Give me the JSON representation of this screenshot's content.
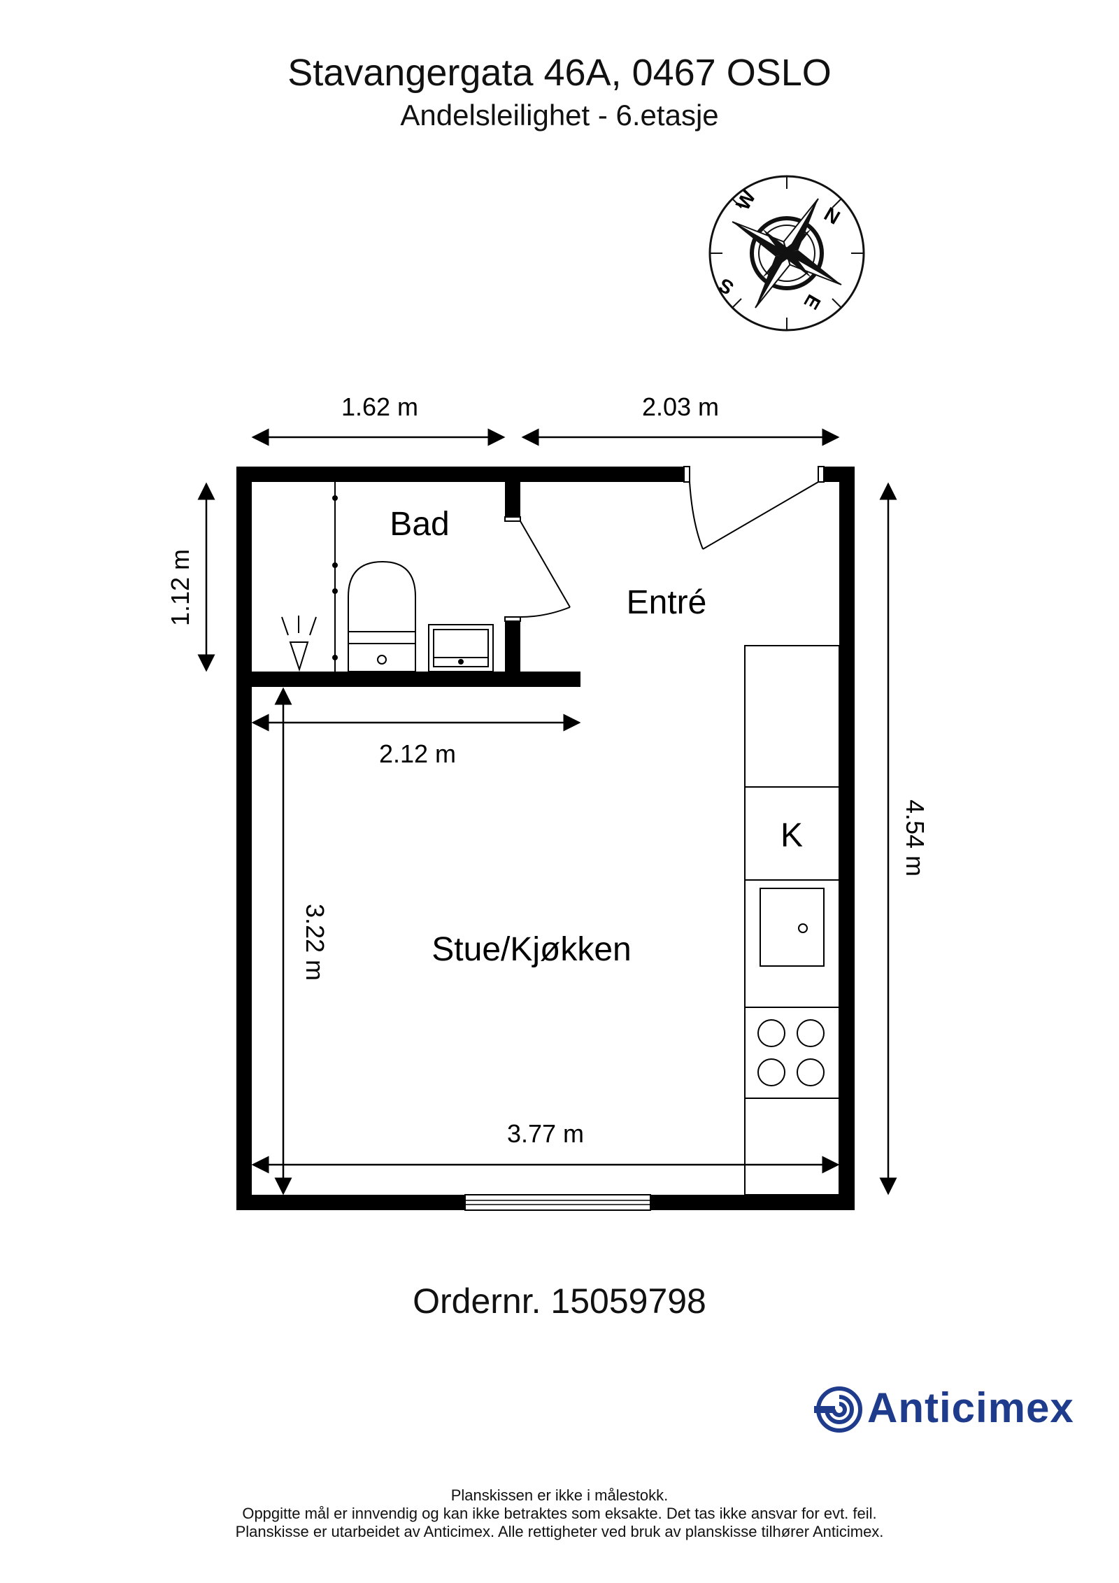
{
  "header": {
    "address": "Stavangergata 46A, 0467 OSLO",
    "unit": "Andelsleilighet  - 6.etasje"
  },
  "compass": {
    "labels": {
      "north": "N",
      "east": "E",
      "south": "S",
      "west": "W"
    }
  },
  "rooms": {
    "bath": "Bad",
    "entry": "Entré",
    "living": "Stue/Kjøkken",
    "fridge": "K"
  },
  "dimensions": {
    "bath_width": "1.62 m",
    "entry_width": "2.03 m",
    "bath_depth": "1.12 m",
    "bath_inner_width": "2.12 m",
    "living_depth": "3.22 m",
    "living_width": "3.77 m",
    "total_depth": "4.54 m"
  },
  "order": {
    "label": "Ordernr. 15059798"
  },
  "brand": {
    "name": "Anticimex",
    "color": "#1f3c8c"
  },
  "disclaimer": {
    "line1": "Planskissen er ikke i målestokk.",
    "line2": "Oppgitte mål er innvendig og kan ikke betraktes som eksakte. Det tas ikke ansvar for evt. feil.",
    "line3": "Planskisse er utarbeidet av Anticimex. Alle rettigheter ved bruk av planskisse tilhører Anticimex."
  }
}
